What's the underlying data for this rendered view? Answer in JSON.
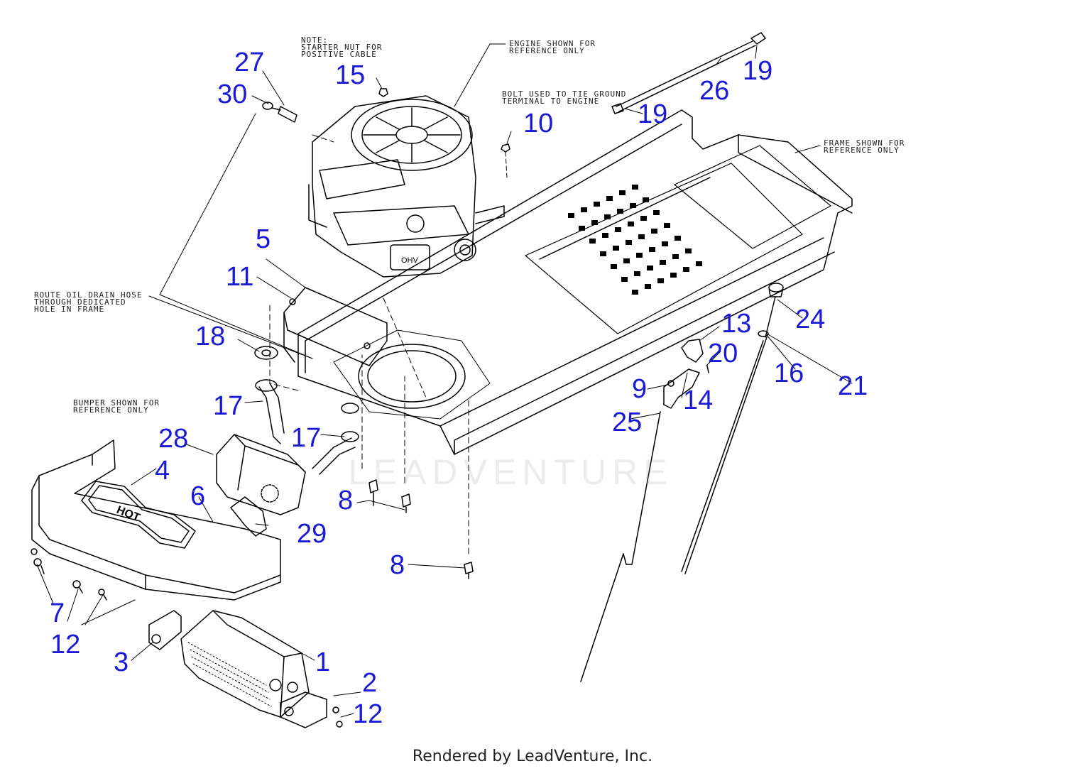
{
  "colors": {
    "callout": "#1a1ad6",
    "line": "#000000",
    "footer": "#222222"
  },
  "notes": {
    "starter": "NOTE:\nSTARTER NUT FOR\nPOSITIVE CABLE",
    "engine": "ENGINE SHOWN FOR\nREFERENCE ONLY",
    "bolt": "BOLT USED TO TIE GROUND\nTERMINAL TO ENGINE",
    "frame": "FRAME SHOWN FOR\nREFERENCE ONLY",
    "oil": "ROUTE OIL DRAIN HOSE\nTHROUGH DEDICATED\nHOLE IN FRAME",
    "bumper": "BUMPER SHOWN FOR\nREFERENCE ONLY"
  },
  "callouts": [
    "27",
    "30",
    "15",
    "10",
    "19",
    "26",
    "19",
    "5",
    "11",
    "18",
    "13",
    "24",
    "20",
    "16",
    "21",
    "9",
    "14",
    "25",
    "17",
    "17",
    "28",
    "4",
    "6",
    "8",
    "29",
    "8",
    "7",
    "12",
    "3",
    "1",
    "2",
    "12"
  ],
  "decals": {
    "hot": "HOT"
  },
  "watermark": "LEADVENTURE",
  "footer": "Rendered by LeadVenture, Inc."
}
